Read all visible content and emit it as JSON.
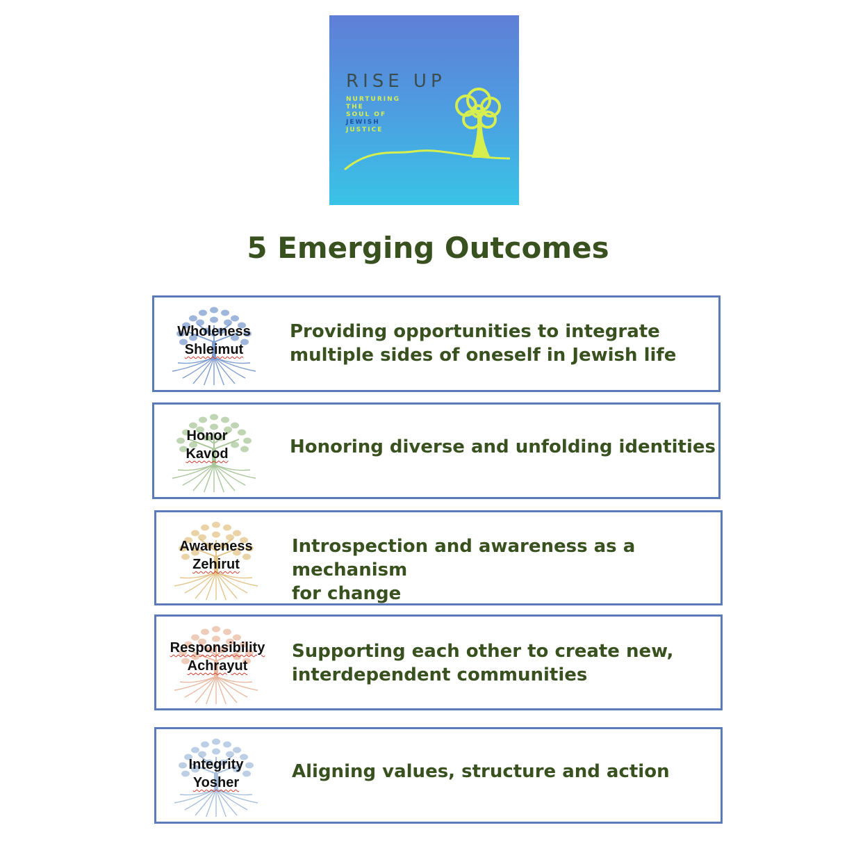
{
  "cover": {
    "title": "RISE UP",
    "subtitle_lines": [
      "NURTURING",
      "THE",
      "SOUL OF",
      "JEWISH",
      "JUSTICE"
    ],
    "colors": {
      "top": "#5f7fd6",
      "bottom": "#39c3e6",
      "tree": "#d6ef4f"
    }
  },
  "heading": "5 Emerging Outcomes",
  "outcomes": [
    {
      "english": "Wholeness",
      "hebrew": "Shleimut",
      "description": "Providing opportunities to integrate\nmultiple sides of oneself in Jewish life",
      "tree_color": "#7f9ed0",
      "tree_icon": "tree-roots-icon"
    },
    {
      "english": "Honor",
      "hebrew": "Kavod",
      "description": "Honoring diverse and unfolding identities",
      "tree_color": "#a9c79a",
      "tree_icon": "tree-roots-icon"
    },
    {
      "english": "Awareness",
      "hebrew": "Zehirut",
      "description": "Introspection and awareness as a mechanism\nfor change",
      "tree_color": "#e3c48a",
      "tree_icon": "tree-roots-icon"
    },
    {
      "english": "Responsibility",
      "hebrew": "Achrayut",
      "description": "Supporting each other to create new,\ninterdependent communities",
      "tree_color": "#e9b9a2",
      "tree_icon": "tree-roots-icon"
    },
    {
      "english": "Integrity",
      "hebrew": "Yosher",
      "description": "Aligning values, structure and action",
      "tree_color": "#a7bfdc",
      "tree_icon": "tree-roots-icon"
    }
  ]
}
